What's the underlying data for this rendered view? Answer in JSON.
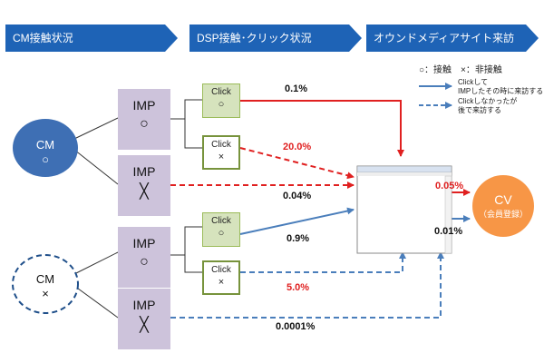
{
  "headers": [
    "CM接触状況",
    "DSP接触･クリック状況",
    "オウンドメディアサイト来訪"
  ],
  "cm_yes": {
    "label": "CM",
    "mark": "○",
    "color": "#3e6fb4"
  },
  "cm_no": {
    "label": "CM",
    "mark": "×"
  },
  "imp_boxes": [
    {
      "label": "IMP",
      "mark": "○"
    },
    {
      "label": "IMP",
      "mark": "╳"
    },
    {
      "label": "IMP",
      "mark": "○"
    },
    {
      "label": "IMP",
      "mark": "╳"
    }
  ],
  "click_boxes": [
    {
      "label": "Click",
      "mark": "○"
    },
    {
      "label": "Click",
      "mark": "×"
    },
    {
      "label": "Click",
      "mark": "○"
    },
    {
      "label": "Click",
      "mark": "×"
    }
  ],
  "rates": [
    "0.1%",
    "20.0%",
    "0.04%",
    "0.9%",
    "5.0%",
    "0.0001%",
    "0.05%",
    "0.01%"
  ],
  "cv": {
    "label": "CV",
    "sub": "（会員登録）",
    "color": "#f79646"
  },
  "legend": {
    "marks": "○：接触　×：非接触",
    "solid_line1": "Clickして",
    "solid_line2": "IMPしたその時に来訪する",
    "dashed_line1": "Clickしなかったが",
    "dashed_line2": "後で来訪する"
  },
  "colors": {
    "header": "#1e63b6",
    "red": "#e02020",
    "blue": "#4a7ebb"
  }
}
